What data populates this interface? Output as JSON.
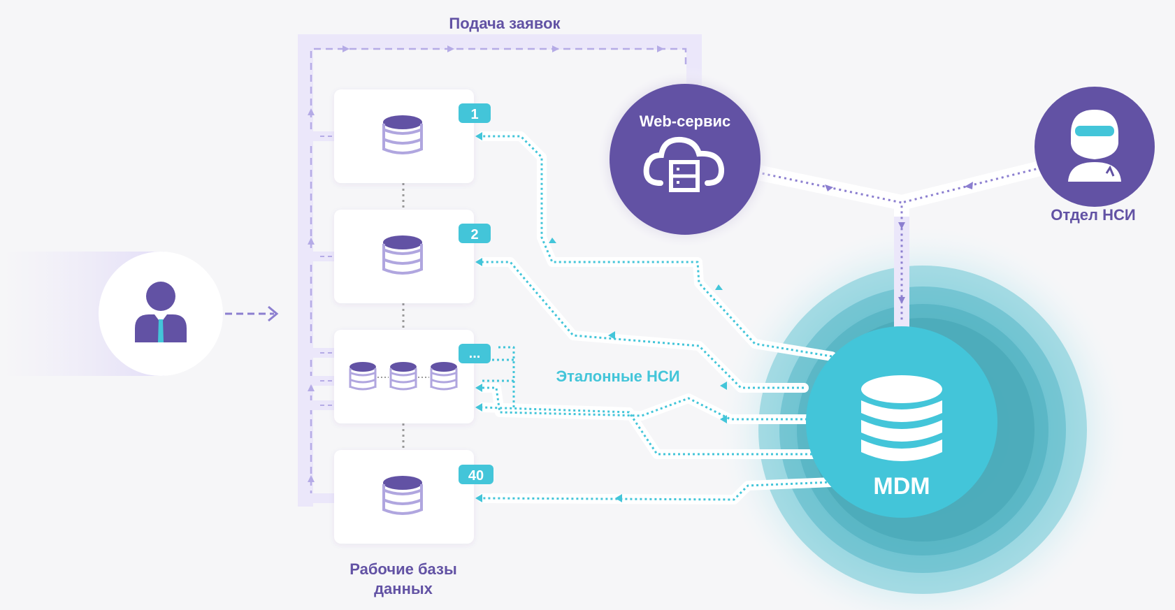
{
  "diagram": {
    "title_requests": "Подача заявок",
    "web_service": {
      "label": "Web-сервис",
      "icon": "cloud-server-icon"
    },
    "nsi_dept": {
      "label": "Отдел НСИ",
      "icon": "admin-user-icon"
    },
    "requester": {
      "icon": "business-user-icon"
    },
    "reference_nsi_label": "Эталонные НСИ",
    "working_db_label_line1": "Рабочие базы",
    "working_db_label_line2": "данных",
    "mdm": {
      "label": "MDM",
      "icon": "database-icon"
    },
    "databases": [
      {
        "badge": "1"
      },
      {
        "badge": "2"
      },
      {
        "badge": "..."
      },
      {
        "badge": "40"
      }
    ]
  },
  "colors": {
    "purple": "#6252a4",
    "light_purple": "#cdc4ef",
    "lavender_band": "#ede9fb",
    "cyan": "#43c5d9",
    "dotted_purple": "#8c7fd0",
    "background": "#f6f6f8"
  }
}
